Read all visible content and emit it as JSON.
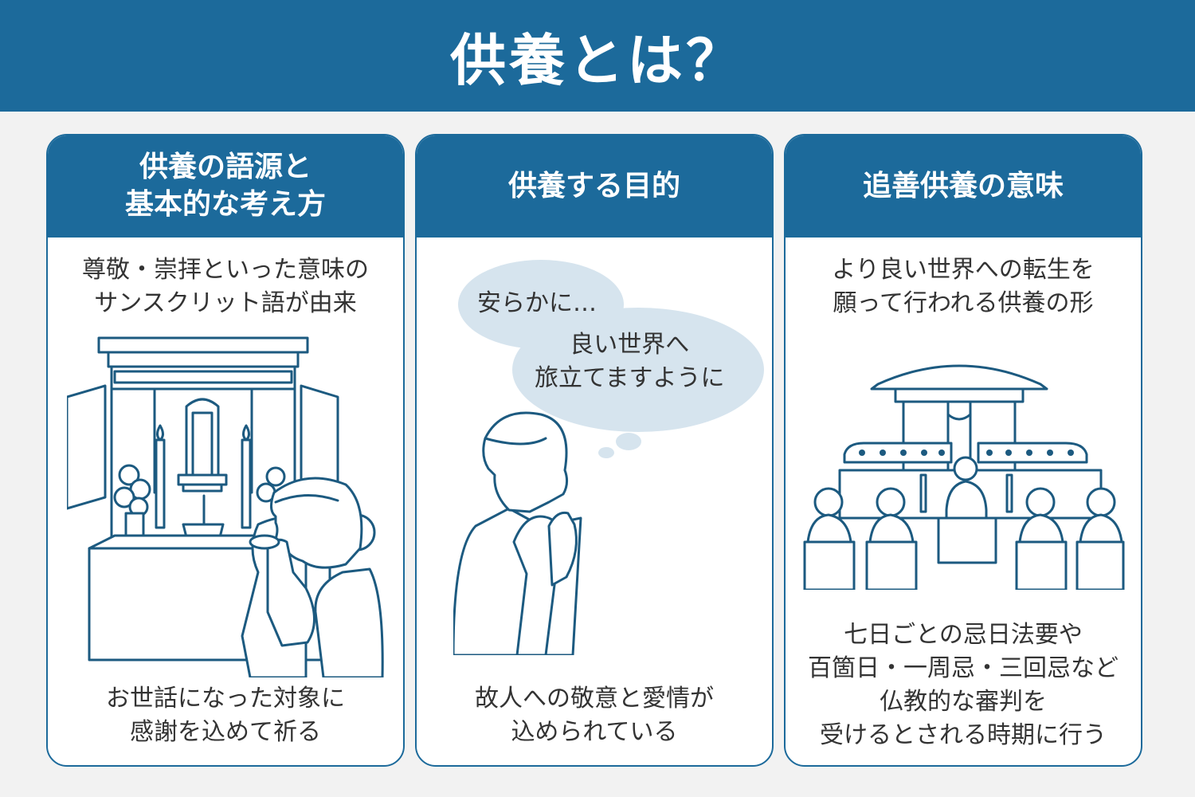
{
  "title": "供養とは？",
  "cards": [
    {
      "heading": "供養の語源と\n基本的な考え方",
      "top_text": "尊敬・崇拝といった意味の\nサンスクリット語が由来",
      "bottom_text": "お世話になった対象に\n感謝を込めて祈る"
    },
    {
      "heading": "供養する目的",
      "bubble_1": "安らかに…",
      "bubble_2": "良い世界へ\n旅立てますように",
      "bottom_text": "故人への敬意と愛情が\n込められている"
    },
    {
      "heading": "追善供養の意味",
      "top_text": "より良い世界への転生を\n願って行われる供養の形",
      "bottom_text": "七日ごとの忌日法要や\n百箇日・一周忌・三回忌など\n仏教的な審判を\n受けるとされる時期に行う"
    }
  ],
  "colors": {
    "primary": "#1c6a9b",
    "bubble": "#d6e4ee",
    "background": "#f2f2f2"
  },
  "icons": [
    "butsudan-icon",
    "praying-woman-icon",
    "praying-man-icon",
    "thought-bubble-icon",
    "memorial-service-icon"
  ]
}
